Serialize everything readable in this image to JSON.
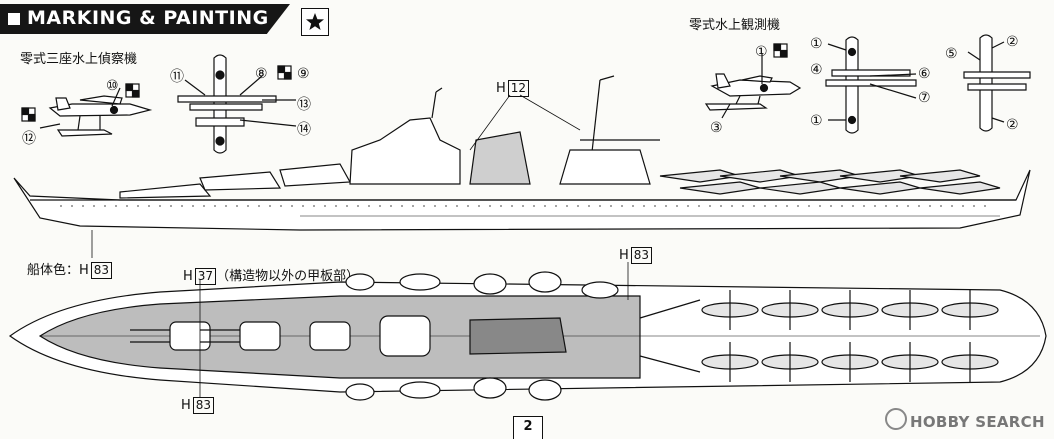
{
  "section": {
    "title": "MARKING & PAINTING",
    "star_icon": "star-icon"
  },
  "labels": {
    "recon_plane_left": "零式三座水上偵察機",
    "observation_plane_right": "零式水上観測機",
    "hull_color": "船体色：H",
    "hull_color_code": "83",
    "side_gear_code_prefix": "H",
    "side_gear_code": "12",
    "deck_code_prefix": "H",
    "deck_code": "37",
    "deck_code_note": "（構造物以外の甲板部）",
    "deck_top_code_prefix": "H",
    "deck_top_code": "83",
    "deck_bottom_code_prefix": "H",
    "deck_bottom_code": "83"
  },
  "callouts": {
    "left_side_10": "⑩",
    "left_side_12": "⑫",
    "left_top_11": "⑪",
    "left_top_8": "⑧",
    "left_top_9": "⑨",
    "left_top_13": "⑬",
    "left_top_14": "⑭",
    "right_side_1": "①",
    "right_side_3": "③",
    "right_top_1a": "①",
    "right_top_4": "④",
    "right_top_1b": "①",
    "right_top_6": "⑥",
    "right_top_7": "⑦",
    "right_front_5": "⑤",
    "right_front_2a": "②",
    "right_front_2b": "②"
  },
  "page": {
    "number": "2"
  },
  "watermark": {
    "text": "HOBBY SEARCH"
  },
  "colors": {
    "header_bg": "#161616",
    "line": "#111111",
    "deck_grey": "#bdbdbd",
    "hinomaru": "#111111"
  }
}
